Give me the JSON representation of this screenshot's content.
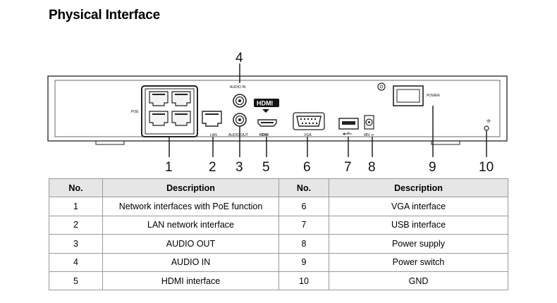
{
  "title": "Physical Interface",
  "panel": {
    "labels": {
      "poe": "POE",
      "lan": "LAN",
      "audio_in": "AUDIO IN",
      "audio_out": "AUDIO OUT",
      "hdmi": "HDMI",
      "hdmi_logo": "HDMI",
      "vga": "VGA",
      "dc": "48V ⎓",
      "power": "POWER"
    },
    "callouts": [
      "1",
      "2",
      "3",
      "4",
      "5",
      "6",
      "7",
      "8",
      "9",
      "10"
    ]
  },
  "table": {
    "headers": [
      "No.",
      "Description",
      "No.",
      "Description"
    ],
    "rows": [
      [
        "1",
        "Network interfaces with PoE function",
        "6",
        "VGA interface"
      ],
      [
        "2",
        "LAN network interface",
        "7",
        "USB interface"
      ],
      [
        "3",
        "AUDIO OUT",
        "8",
        "Power supply"
      ],
      [
        "4",
        "AUDIO IN",
        "9",
        "Power switch"
      ],
      [
        "5",
        "HDMI interface",
        "10",
        "GND"
      ]
    ]
  }
}
